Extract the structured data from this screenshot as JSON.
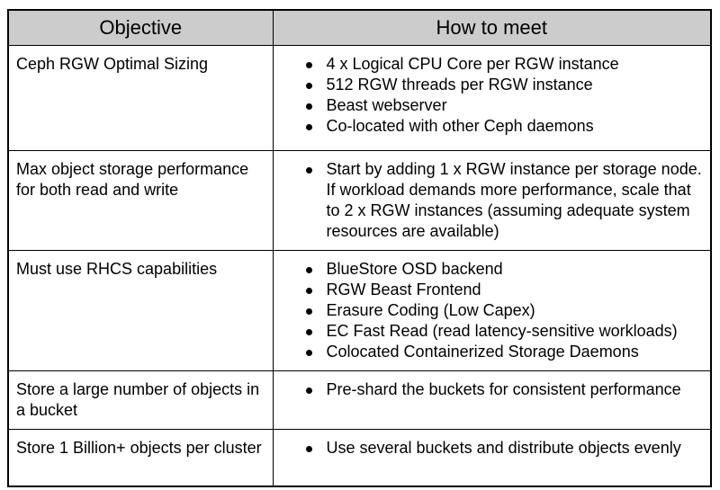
{
  "table": {
    "headers": [
      {
        "label": "Objective"
      },
      {
        "label": "How to meet"
      }
    ],
    "rows": [
      {
        "objective": "Ceph RGW Optimal Sizing",
        "bullets": [
          "4 x Logical CPU Core per RGW instance",
          "512 RGW threads per RGW instance",
          "Beast webserver",
          "Co-located with other Ceph daemons"
        ]
      },
      {
        "objective": "Max object storage performance for both read and write",
        "bullets": [
          "Start by adding 1 x RGW instance per storage node. If workload demands more performance, scale that to 2 x RGW instances (assuming adequate system resources are available)"
        ]
      },
      {
        "objective": "Must use RHCS capabilities",
        "bullets": [
          "BlueStore OSD backend",
          "RGW Beast Frontend",
          "Erasure Coding (Low Capex)",
          "EC Fast Read (read latency-sensitive workloads)",
          "Colocated Containerized Storage Daemons"
        ]
      },
      {
        "objective": "Store a large number of objects in a bucket",
        "bullets": [
          "Pre-shard the buckets for consistent performance"
        ]
      },
      {
        "objective": "Store 1 Billion+ objects per cluster",
        "bullets": [
          "Use several buckets and distribute objects evenly"
        ]
      }
    ],
    "colors": {
      "header_bg": "#cccccc",
      "border": "#000000",
      "text": "#000000",
      "page_bg": "#ffffff"
    }
  }
}
